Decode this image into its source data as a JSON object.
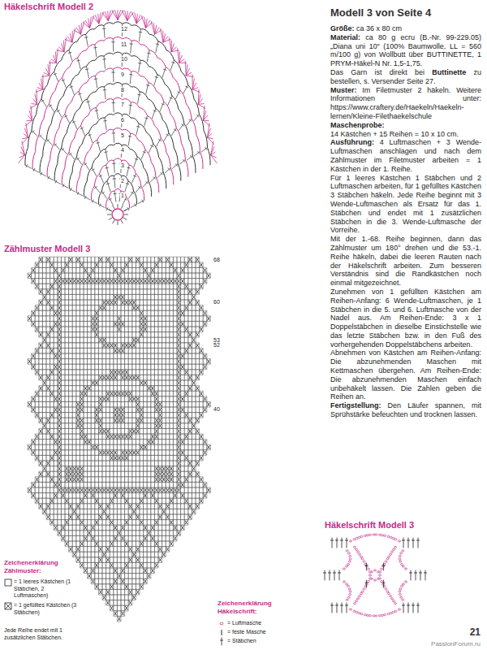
{
  "diagram": {
    "labels": [
      "Häkelschrift Modell 2",
      "1",
      "2",
      "3",
      "4",
      "5",
      "6",
      "7",
      "8",
      "9",
      "10",
      "11",
      "12",
      "Zählmuster Modell 3",
      "68",
      "60",
      "53",
      "52",
      "40",
      "Modell 3 von Seite 4",
      "Größe:",
      "ca 36 x 80 cm",
      "Material:",
      "ca 80 g ecru (B.-Nr. 99-229.05) „Diana uni 10“ (100% Baumwolle, LL = 560 m/100 g) von Wollbutt über BUTTINETTE, 1 PRYM-Häkel-N Nr. 1,5-1,75.",
      "Das Garn ist direkt bei",
      "Buttinette",
      "zu bestellen, s. Versender Seite 27.",
      "Muster:",
      "Im Filetmuster 2 häkeln. Weitere Informationen unter: https://www.craftery.de/Haekeln/Haekeln-lernen/Kleine-Filethaekelschule",
      "Maschenprobe:",
      "14 Kästchen + 15 Reihen = 10 x 10 cm.",
      "Ausführung:",
      "4 Luftmaschen + 3 Wende-Luftmaschen anschlagen und nach dem Zählmuster im Filetmuster arbeiten = 1 Kästchen in der 1. Reihe.",
      "Für 1 leeres Kästchen 1 Stäbchen und 2 Luftmaschen arbeiten, für 1 gefülltes Kästchen 3 Stäbchen häkeln. Jede Reihe beginnt mit 3 Wende-Luftmaschen als Ersatz für das 1. Stäbchen und endet mit 1 zusätzlichen Stäbchen in die 3. Wende-Luftmasche der Vorreihe.",
      "Mit der 1.-68. Reihe beginnen, dann das Zählmuster um 180° drehen und die 53.-1. Reihe häkeln, dabei die leeren Rauten nach der Häkelschrift arbeiten. Zum besseren Verständnis sind die Randkästchen noch einmal mitgezeichnet.",
      "Zunehmen von 1 gefüllten Kästchen am Reihen-Anfang: 6 Wende-Luftmaschen, je 1 Stäbchen in die 5. und 6. Luftmasche von der Nadel aus. Am Reihen-Ende: 3 x 1 Doppelstäbchen in dieselbe Einstichstelle wie das letzte Stäbchen bzw. in den Fuß des vorhergehenden Doppelstäbchens arbeiten.",
      "Abnehmen von Kästchen am Reihen-Anfang: Die abzunehmenden Maschen mit Kettmaschen übergehen. Am Reihen-Ende: Die abzunehmenden Maschen einfach unbehäkelt lassen. Die Zahlen geben die Reihen an.",
      "Fertigstellung:",
      "Den Läufer spannen, mit Sprühstärke befeuchten und trocknen lassen.",
      "Häkelschrift Modell 3",
      "Zeichenerklärung Zählmuster:",
      "Jede Reihe endet mit 1 zusätzlichen Stäbchen.",
      "Zeichenerklärung Häkelschrift:",
      "21",
      "PassionForum.ru"
    ],
    "legend": [
      {
        "text": "= 1 leeres Kästchen (1 Stäbchen, 2 Luftmaschen)"
      },
      {
        "text": "= 1 gefülltes Kästchen (3 Stäbchen)"
      },
      {
        "text": "= Luftmasche"
      },
      {
        "text": "= feste Masche"
      },
      {
        "text": "= Stäbchen"
      }
    ]
  }
}
